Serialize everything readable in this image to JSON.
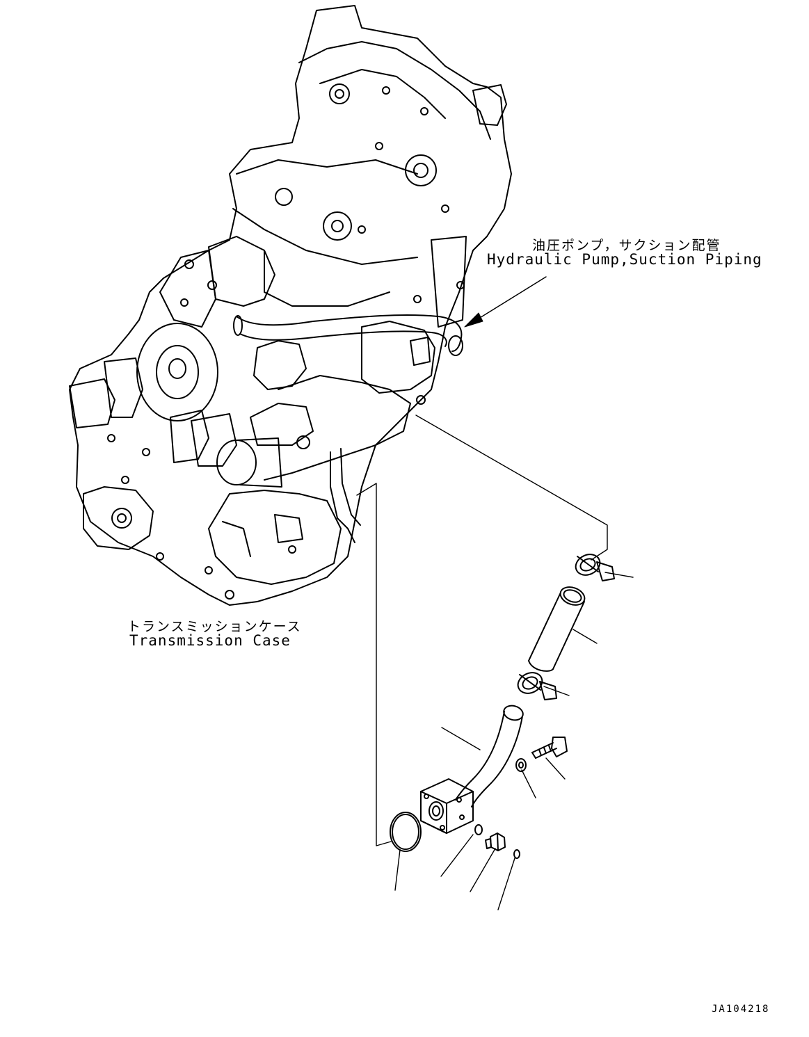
{
  "labels": {
    "pump_piping_jp": "油圧ポンプ，サクション配管",
    "pump_piping_en": "Hydraulic Pump,Suction Piping",
    "transmission_jp": "トランスミッションケース",
    "transmission_en": "Transmission Case"
  },
  "drawing_id": "JA104218",
  "icons": {
    "clamp_upper": "hose-clamp-icon",
    "hose": "hose-icon",
    "clamp_lower": "hose-clamp-icon",
    "suction_pipe": "flanged-tube-icon",
    "bolt": "bolt-icon",
    "washer": "washer-icon",
    "o_ring_large": "o-ring-icon",
    "o_ring_small": "o-ring-icon",
    "plug": "plug-icon",
    "o_ring_plug": "o-ring-icon"
  }
}
